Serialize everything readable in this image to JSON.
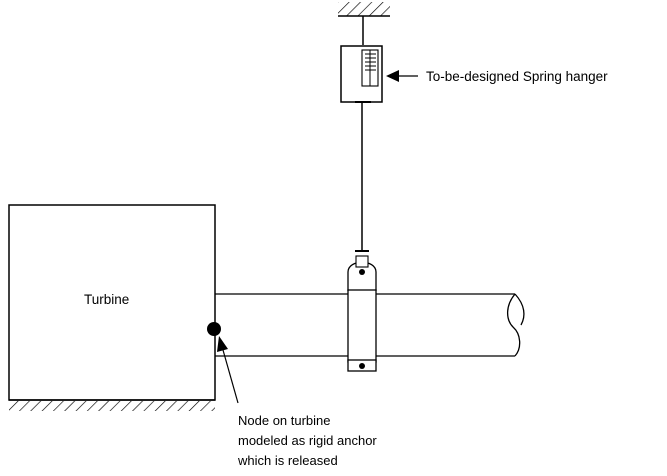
{
  "labels": {
    "turbine": "Turbine",
    "spring_hanger": "To-be-designed Spring hanger",
    "node_line1": "Node on turbine",
    "node_line2": "modeled as rigid anchor",
    "node_line3": "which is released"
  }
}
